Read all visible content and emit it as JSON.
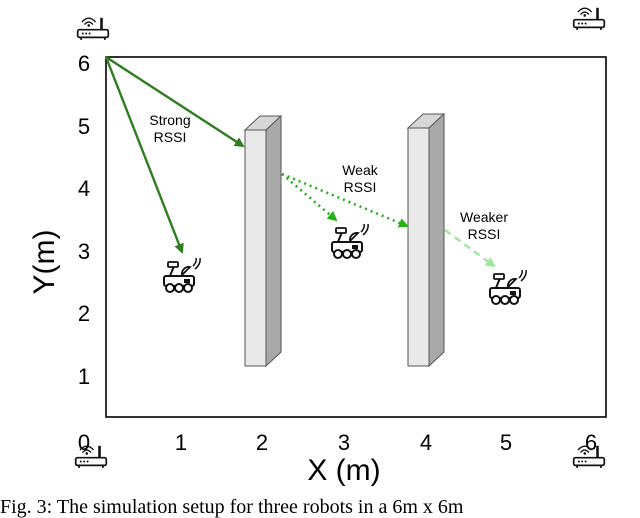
{
  "axes": {
    "xlabel": "X (m)",
    "ylabel": "Y(m)",
    "xticks": [
      "0",
      "1",
      "2",
      "3",
      "4",
      "5",
      "6"
    ],
    "yticks": [
      "1",
      "2",
      "3",
      "4",
      "5",
      "6"
    ]
  },
  "signals": [
    {
      "label_line1": "Strong",
      "label_line2": "RSSI",
      "color": "#2e7d1e",
      "style": "solid"
    },
    {
      "label_line1": "Weak",
      "label_line2": "RSSI",
      "color": "#27b01a",
      "style": "dotted"
    },
    {
      "label_line1": "Weaker",
      "label_line2": "RSSI",
      "color": "#9ee89a",
      "style": "dashed"
    }
  ],
  "walls": [
    {
      "name": "wall-1",
      "x": 2
    },
    {
      "name": "wall-2",
      "x": 4
    }
  ],
  "robots": [
    {
      "name": "robot-1",
      "x": 1,
      "y": 2.6
    },
    {
      "name": "robot-2",
      "x": 3,
      "y": 3.2
    },
    {
      "name": "robot-3",
      "x": 5,
      "y": 2.4
    }
  ],
  "routers": [
    {
      "name": "router-top-left",
      "corner": "top-left"
    },
    {
      "name": "router-top-right",
      "corner": "top-right"
    },
    {
      "name": "router-bottom-left",
      "corner": "bottom-left"
    },
    {
      "name": "router-bottom-right",
      "corner": "bottom-right"
    }
  ],
  "icons": [
    "wifi-router-icon",
    "robot-icon"
  ],
  "caption": "Fig. 3: The simulation setup for three robots in a 6m x 6m"
}
